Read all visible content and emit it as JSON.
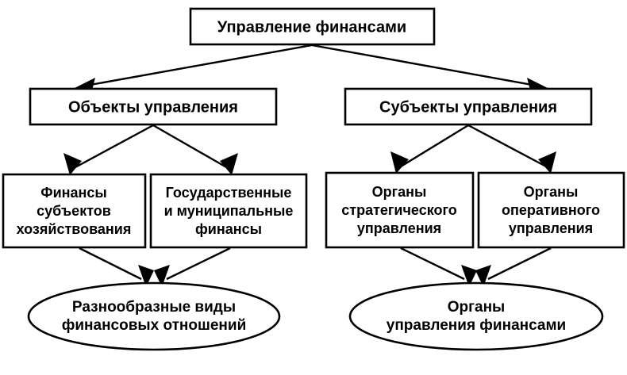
{
  "diagram": {
    "title_node": {
      "id": "upravlenie-finansami",
      "label": "Управление финансами",
      "shape": "rectangle"
    },
    "level2": [
      {
        "id": "obekty-upravleniya",
        "label": "Объекты управления",
        "shape": "rectangle"
      },
      {
        "id": "subekty-upravleniya",
        "label": "Субъекты управления",
        "shape": "rectangle"
      }
    ],
    "level3": [
      {
        "id": "finansy-subektov-hozyaystvovaniya",
        "shape": "rectangle",
        "lines": [
          "Финансы",
          "субъектов",
          "хозяйствования"
        ]
      },
      {
        "id": "gosudarstvennye-i-municipalnye-finansy",
        "shape": "rectangle",
        "lines": [
          "Государственные",
          "и муниципальные",
          "финансы"
        ]
      },
      {
        "id": "organy-strategicheskogo-upravleniya",
        "shape": "rectangle",
        "lines": [
          "Органы",
          "стратегического",
          "управления"
        ]
      },
      {
        "id": "organy-operativnogo-upravleniya",
        "shape": "rectangle",
        "lines": [
          "Органы",
          "оперативного",
          "управления"
        ]
      }
    ],
    "level4": [
      {
        "id": "raznoobraznye-vidy-finansovyh-otnosheniy",
        "shape": "ellipse",
        "lines": [
          "Разнообразные виды",
          "финансовых отношений"
        ]
      },
      {
        "id": "organy-upravleniya-finansami",
        "shape": "ellipse",
        "lines": [
          "Органы",
          "управления финансами"
        ]
      }
    ],
    "colors": {
      "stroke": "#000000",
      "fill": "#ffffff",
      "text": "#000000",
      "background": "#ffffff"
    },
    "edges": [
      {
        "from": "upravlenie-finansami",
        "to": "obekty-upravleniya",
        "arrow": "to"
      },
      {
        "from": "upravlenie-finansami",
        "to": "subekty-upravleniya",
        "arrow": "to"
      },
      {
        "from": "obekty-upravleniya",
        "to": "finansy-subektov-hozyaystvovaniya",
        "arrow": "to"
      },
      {
        "from": "obekty-upravleniya",
        "to": "gosudarstvennye-i-municipalnye-finansy",
        "arrow": "to"
      },
      {
        "from": "subekty-upravleniya",
        "to": "organy-strategicheskogo-upravleniya",
        "arrow": "to"
      },
      {
        "from": "subekty-upravleniya",
        "to": "organy-operativnogo-upravleniya",
        "arrow": "to"
      },
      {
        "from": "finansy-subektov-hozyaystvovaniya",
        "to": "raznoobraznye-vidy-finansovyh-otnosheniy",
        "arrow": "to"
      },
      {
        "from": "gosudarstvennye-i-municipalnye-finansy",
        "to": "raznoobraznye-vidy-finansovyh-otnosheniy",
        "arrow": "to"
      },
      {
        "from": "organy-strategicheskogo-upravleniya",
        "to": "organy-upravleniya-finansami",
        "arrow": "to"
      },
      {
        "from": "organy-operativnogo-upravleniya",
        "to": "organy-upravleniya-finansami",
        "arrow": "to"
      }
    ]
  }
}
